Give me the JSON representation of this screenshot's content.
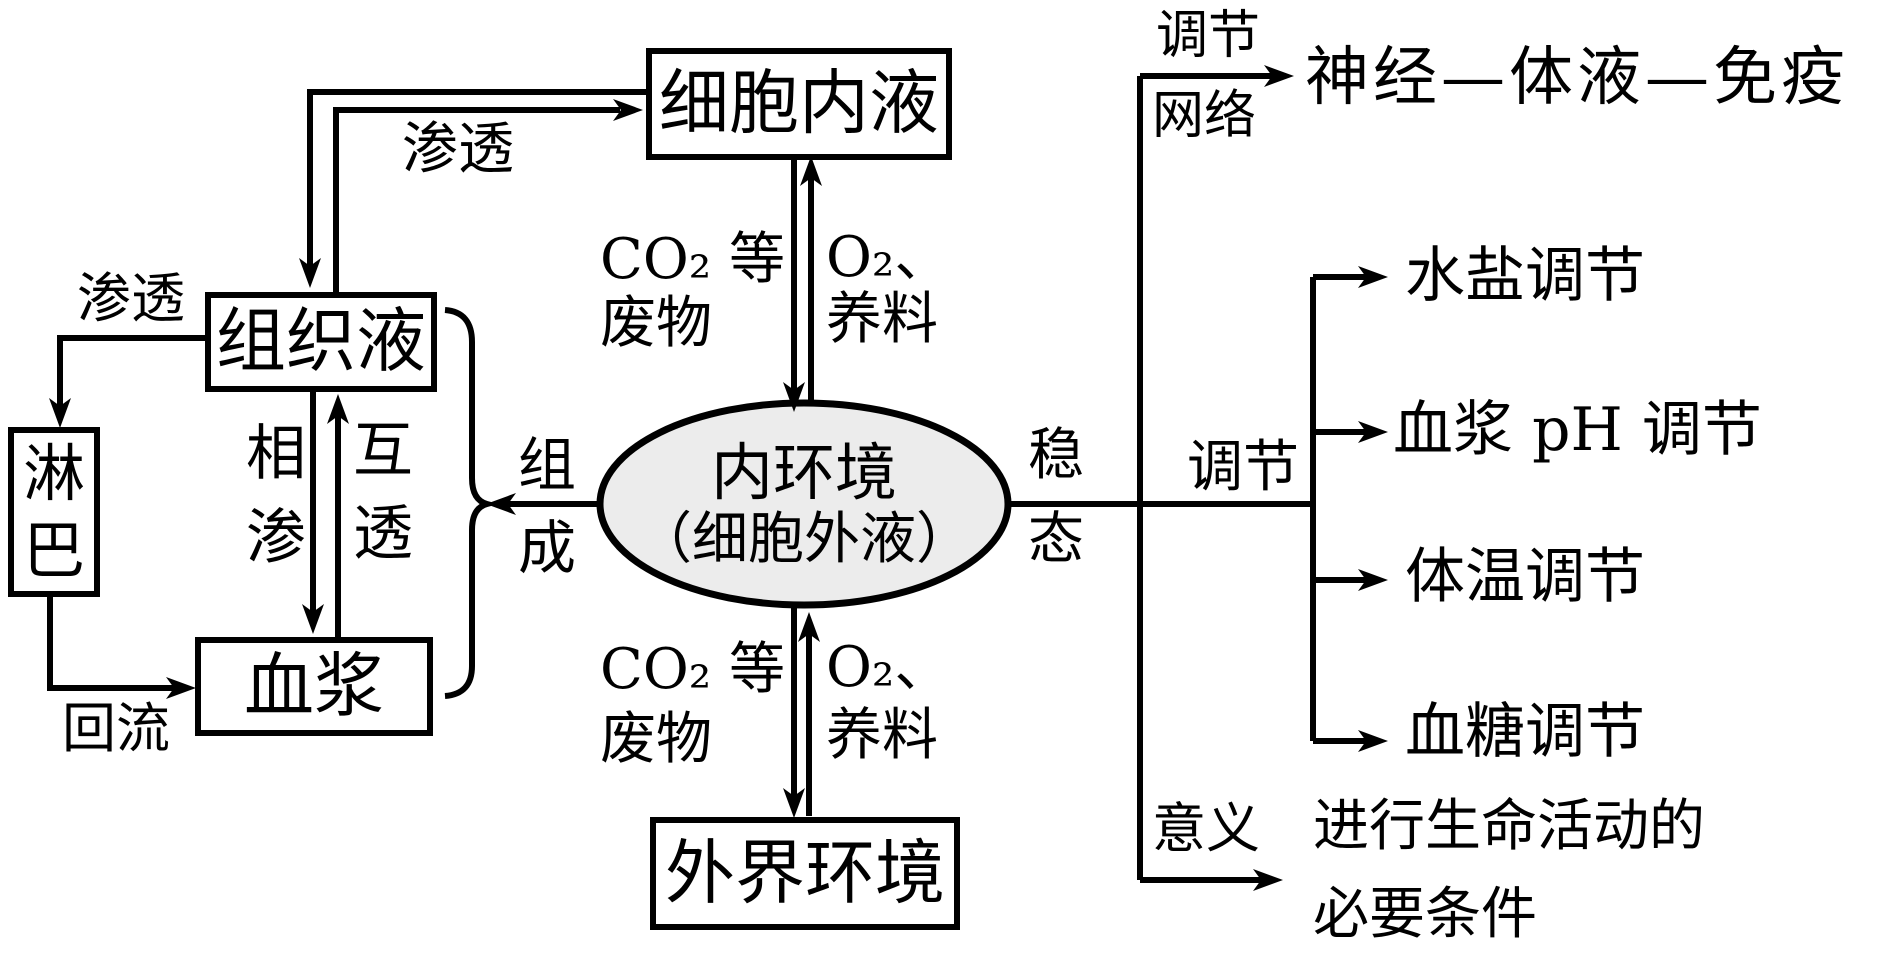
{
  "diagram": {
    "nodes": {
      "intracellular_fluid": "细胞内液",
      "tissue_fluid": "组织液",
      "lymph": "淋巴",
      "blood_plasma": "血浆",
      "external_environment": "外界环境",
      "internal_environment": [
        "内环境",
        "（细胞外液）"
      ]
    },
    "edge_labels": {
      "osmosis_top": "渗透",
      "osmosis_left": "渗透",
      "waste": [
        "CO₂ 等",
        "废物"
      ],
      "nutrient": [
        "O₂、",
        "养料"
      ],
      "mutual_permeation_left": [
        "相",
        "渗"
      ],
      "mutual_permeation_right": [
        "互",
        "透"
      ],
      "compose": [
        "组",
        "成"
      ],
      "backflow": "回流",
      "homeostasis": [
        "稳",
        "态"
      ]
    },
    "branches": {
      "regulation_network": [
        "调节",
        "网络"
      ],
      "nerve_humoral_immune": "神经—体液—免疫",
      "regulation": "调节",
      "items": [
        "水盐调节",
        "血浆 pH 调节",
        "体温调节",
        "血糖调节"
      ],
      "significance": "意义",
      "significance_text": [
        "进行生命活动的",
        "必要条件"
      ]
    },
    "colors": {
      "ink": "#000000",
      "ellipse_fill": "#ececec",
      "background": "#ffffff"
    }
  }
}
